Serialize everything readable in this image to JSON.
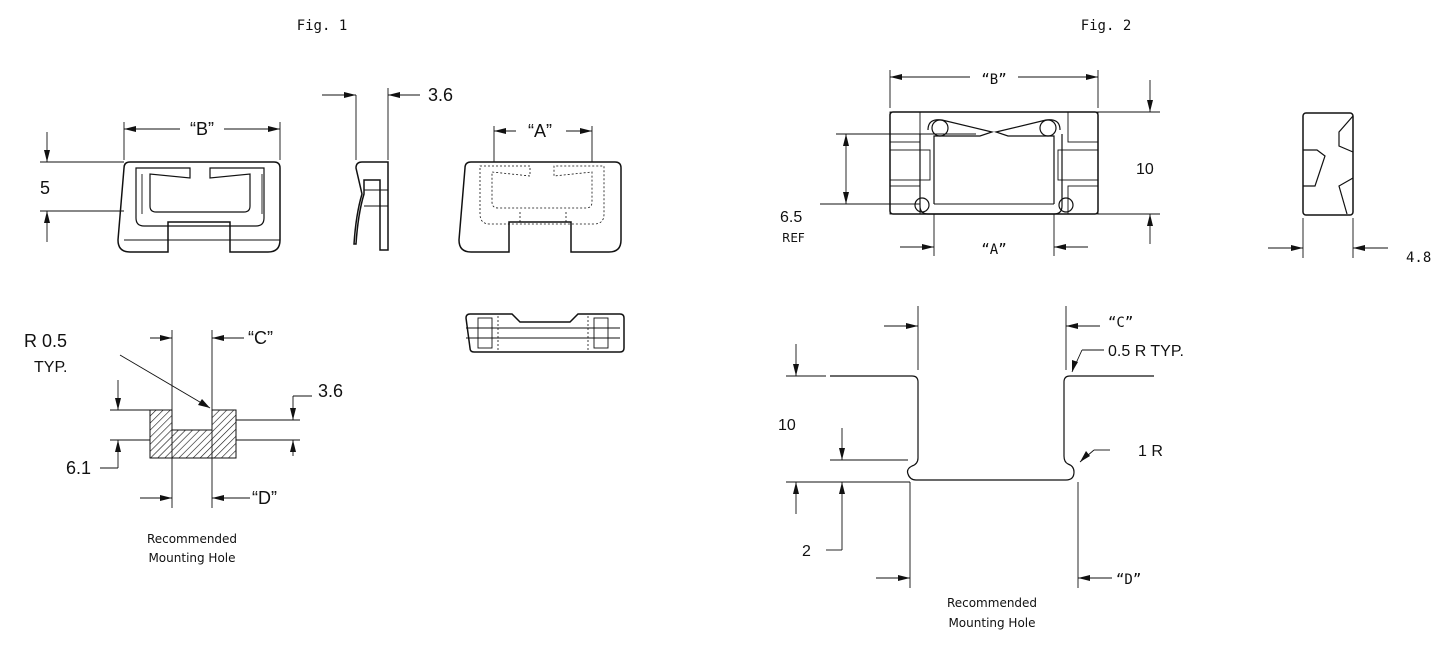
{
  "fig1": {
    "title": "Fig. 1",
    "dim_b": "“B”",
    "dim_a": "“A”",
    "dim_height": "5",
    "dim_thickness": "3.6",
    "hole": {
      "radius_label": "R 0.5",
      "radius_typ": "TYP.",
      "dim_c": "“C”",
      "dim_d": "“D”",
      "dim_depth": "3.6",
      "dim_height": "6.1",
      "caption_line1": "Recommended",
      "caption_line2": "Mounting Hole"
    }
  },
  "fig2": {
    "title": "Fig. 2",
    "dim_b": "“B”",
    "dim_a": "“A”",
    "dim_height": "10",
    "dim_ref_value": "6.5",
    "dim_ref_label": "REF",
    "dim_thickness": "4.8",
    "hole": {
      "dim_c": "“C”",
      "radius_label": "0.5  R  TYP.",
      "dim_height": "10",
      "radius_1r": "1 R",
      "dim_bottom": "2",
      "dim_d": "“D”",
      "caption_line1": "Recommended",
      "caption_line2": "Mounting Hole"
    }
  }
}
